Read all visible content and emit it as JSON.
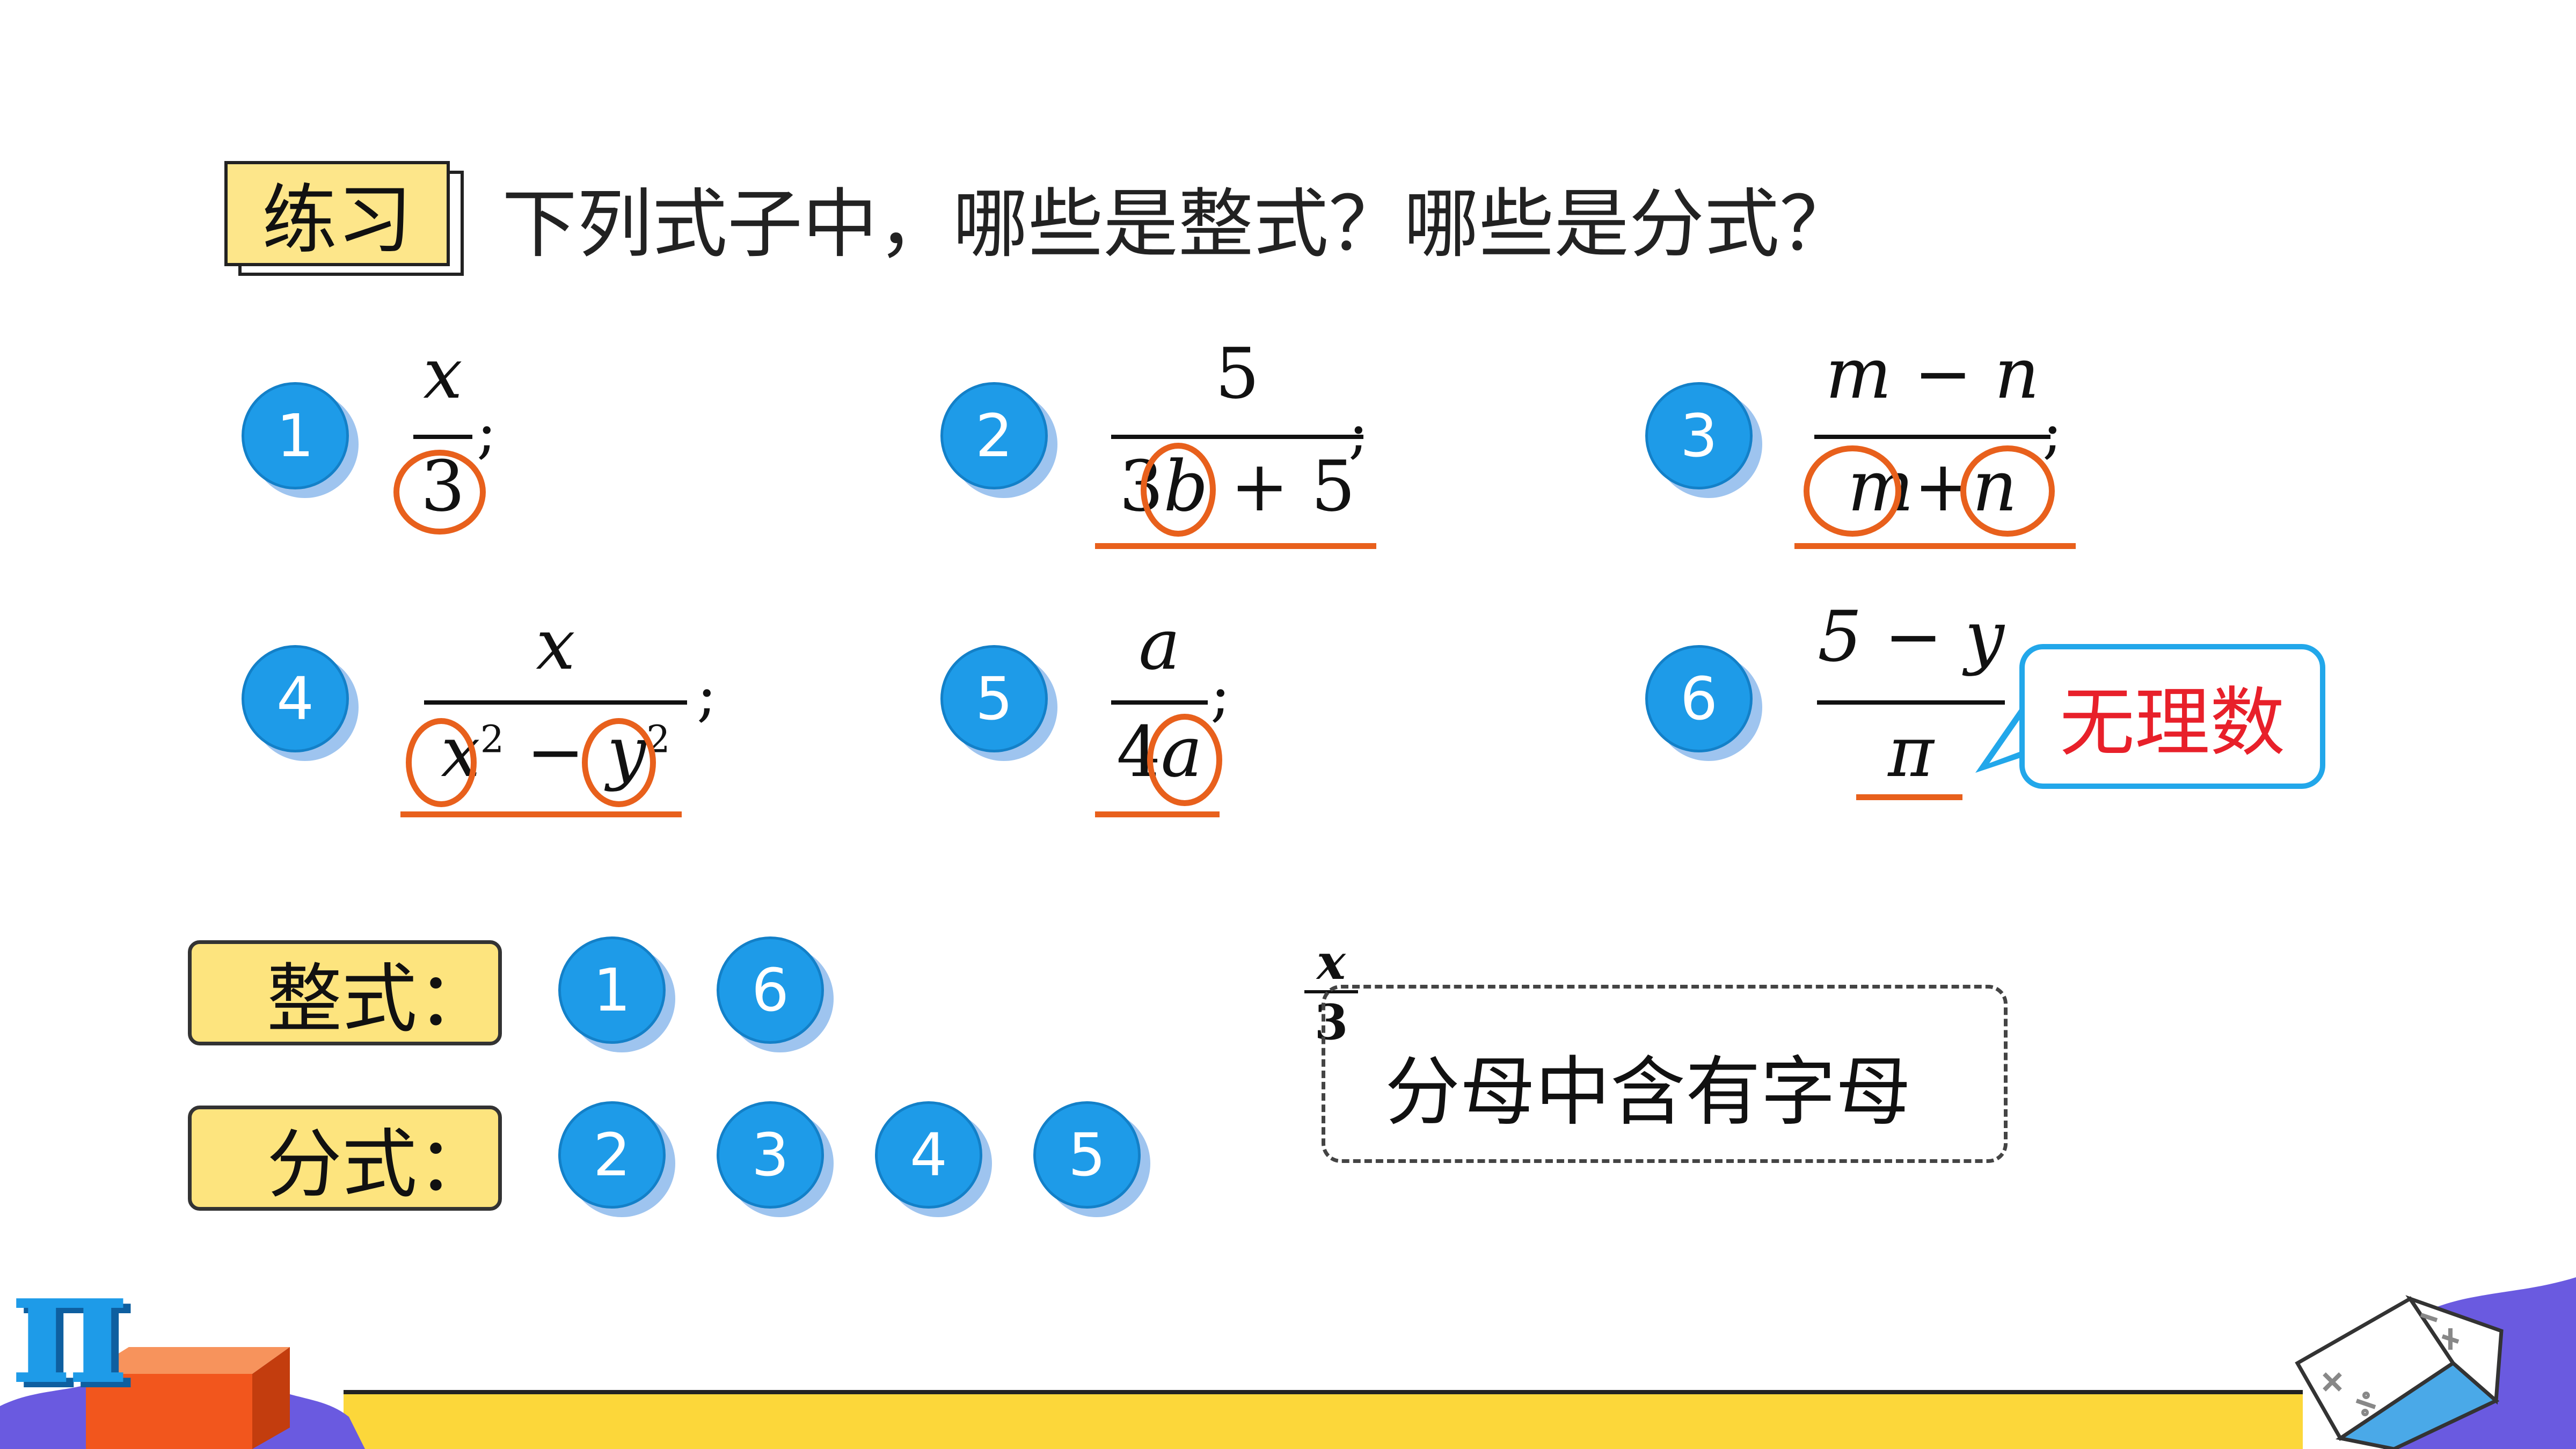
{
  "header": {
    "exercise_label": "练习",
    "question": "下列式子中，哪些是整式？哪些是分式？"
  },
  "items": [
    {
      "badge": "1",
      "numerator": "x",
      "denominator": "3",
      "end": ";"
    },
    {
      "badge": "2",
      "numerator": "5",
      "den_coef": "3",
      "den_var": "b",
      "den_rest": " + 5",
      "end": ";"
    },
    {
      "badge": "3",
      "numerator": "m − n",
      "den_a": "m",
      "den_op": "+",
      "den_b": "n",
      "end": ";"
    },
    {
      "badge": "4",
      "numerator": "x",
      "den_a": "x",
      "den_a_exp": "2",
      "den_op": " − ",
      "den_b": "y",
      "den_b_exp": "2",
      "end": ";"
    },
    {
      "badge": "5",
      "numerator": "a",
      "den_coef": "4",
      "den_var": "a",
      "end": ";"
    },
    {
      "badge": "6",
      "numerator": "5 − y",
      "denominator": "π"
    }
  ],
  "callout": {
    "text": "无理数"
  },
  "answers": {
    "integral": {
      "label": "整式：",
      "items": [
        "1",
        "6"
      ]
    },
    "fractional": {
      "label": "分式：",
      "items": [
        "2",
        "3",
        "4",
        "5"
      ]
    }
  },
  "note": {
    "frac_num": "x",
    "frac_den": "3",
    "text": "分母中含有字母"
  },
  "colors": {
    "badge_blue": "#1e9be8",
    "highlight_orange": "#e8601c",
    "label_yellow": "#fde68a",
    "callout_red": "#e8202a"
  },
  "decor": {
    "pi_symbol": "π"
  }
}
